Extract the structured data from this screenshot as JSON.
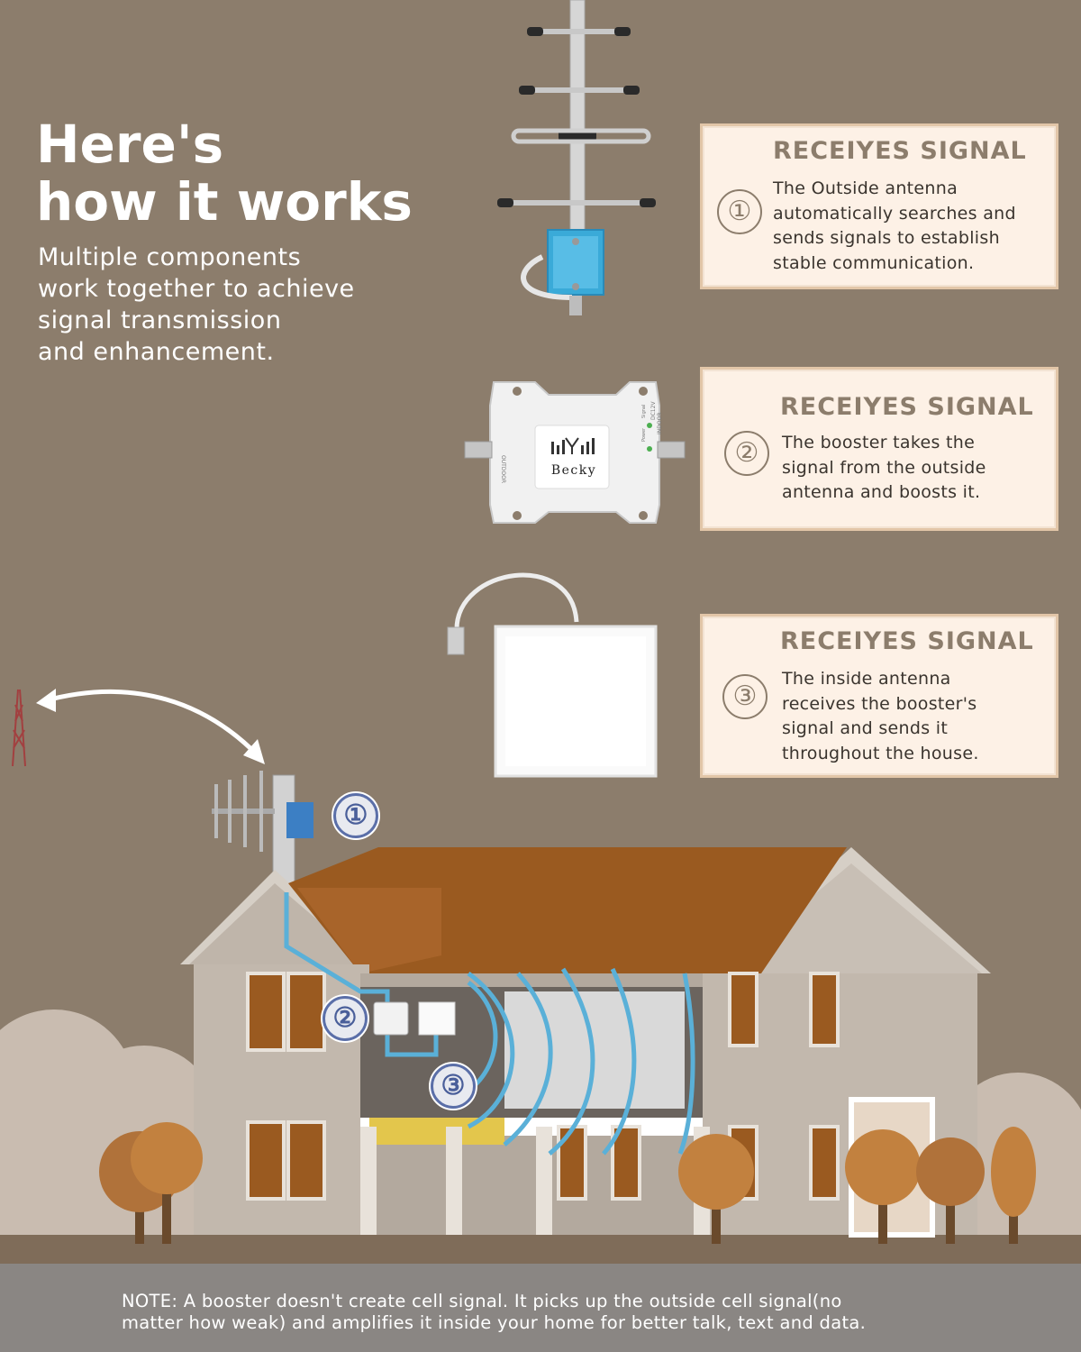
{
  "header": {
    "title_line1": "Here's",
    "title_line2": "how it works",
    "subtitle_lines": [
      "Multiple components",
      "work together to achieve",
      "signal transmission",
      "and enhancement."
    ]
  },
  "steps": [
    {
      "number": "①",
      "title": "RECEIYES SIGNAL",
      "lines": [
        "The Outside antenna",
        "automatically searches and",
        "sends signals to establish",
        "stable communication."
      ]
    },
    {
      "number": "②",
      "title": "RECEIYES SIGNAL",
      "lines": [
        "The booster takes the",
        "signal from the outside",
        "antenna and boosts it."
      ]
    },
    {
      "number": "③",
      "title": "RECEIYES SIGNAL",
      "lines": [
        "The inside antenna",
        "receives the booster's",
        "signal and sends it",
        "throughout the house."
      ]
    }
  ],
  "booster": {
    "brand": "Becky",
    "port_left": "OUTDOOR",
    "port_right": "INDOOR",
    "led1": "Power",
    "led2": "Signal",
    "power_label": "DC12V"
  },
  "house_badges": [
    "①",
    "②",
    "③"
  ],
  "note_lines": [
    "NOTE: A booster doesn't create cell signal. It picks up the outside cell signal(no",
    "matter how weak) and amplifies it inside your home for better talk, text and data."
  ],
  "colors": {
    "background": "#8c7d6c",
    "card_background": "#fdf1e6",
    "card_border": "#e2c6a8",
    "roof": "#9a5a20",
    "house_wall": "#c2b8ad",
    "cable": "#5ab0d8",
    "note_bar": "#8a8683"
  },
  "icons": [
    "yagi-antenna-icon",
    "signal-booster-icon",
    "panel-antenna-icon",
    "cell-tower-icon",
    "signal-wave-icon"
  ]
}
